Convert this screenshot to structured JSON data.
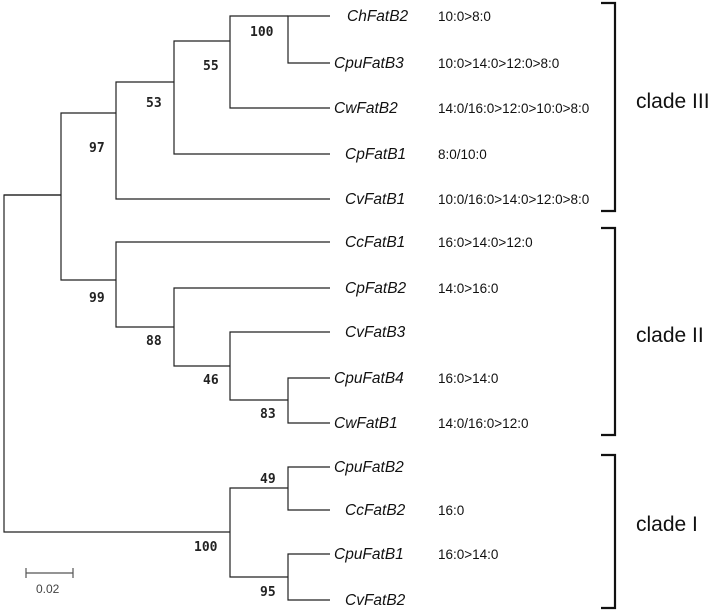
{
  "taxa": [
    {
      "name": "ChFatB2",
      "specificity": "10:0>8:0"
    },
    {
      "name": "CpuFatB3",
      "specificity": "10:0>14:0>12:0>8:0"
    },
    {
      "name": "CwFatB2",
      "specificity": "14:0/16:0>12:0>10:0>8:0"
    },
    {
      "name": "CpFatB1",
      "specificity": "8:0/10:0"
    },
    {
      "name": "CvFatB1",
      "specificity": "10:0/16:0>14:0>12:0>8:0"
    },
    {
      "name": "CcFatB1",
      "specificity": "16:0>14:0>12:0"
    },
    {
      "name": "CpFatB2",
      "specificity": "14:0>16:0"
    },
    {
      "name": "CvFatB3",
      "specificity": ""
    },
    {
      "name": "CpuFatB4",
      "specificity": "16:0>14:0"
    },
    {
      "name": "CwFatB1",
      "specificity": "14:0/16:0>12:0"
    },
    {
      "name": "CpuFatB2",
      "specificity": ""
    },
    {
      "name": "CcFatB2",
      "specificity": "16:0"
    },
    {
      "name": "CpuFatB1",
      "specificity": "16:0>14:0"
    },
    {
      "name": "CvFatB2",
      "specificity": ""
    }
  ],
  "bootstrap": [
    "100",
    "55",
    "53",
    "97",
    "99",
    "88",
    "46",
    "83",
    "49",
    "100",
    "95"
  ],
  "clades": [
    "clade III",
    "clade II",
    "clade I"
  ],
  "scale_label": "0.02"
}
